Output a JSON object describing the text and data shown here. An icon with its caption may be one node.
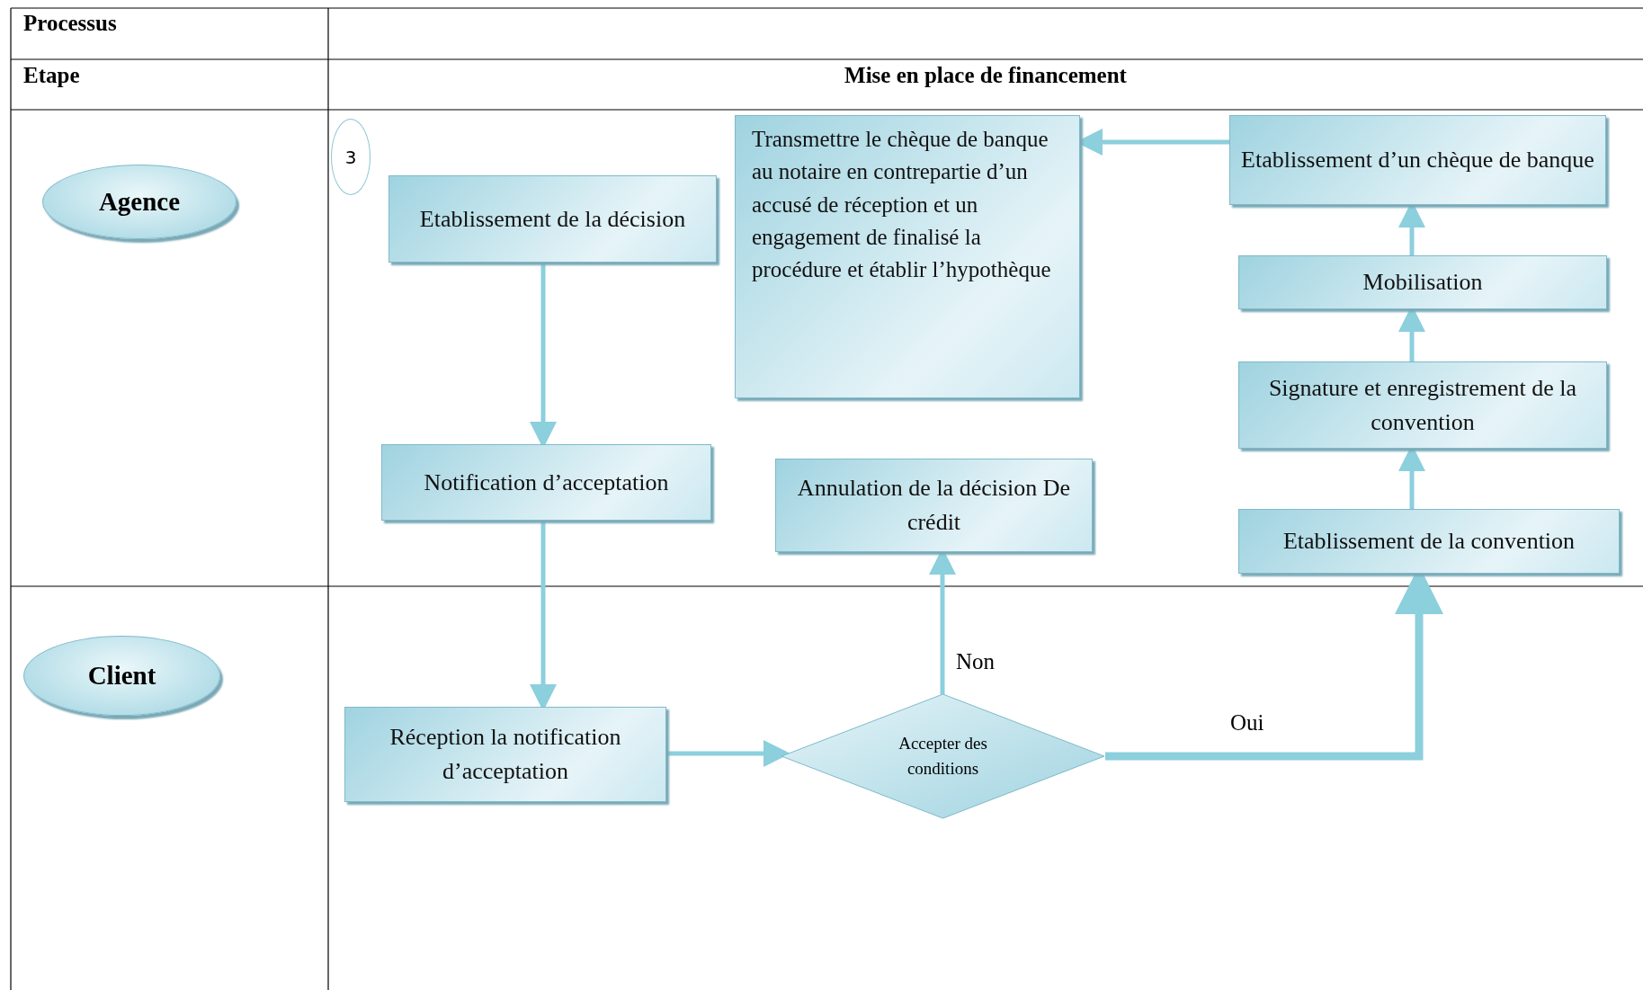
{
  "diagram": {
    "nodes": [
      {
        "text": [
          "Agence"
        ]
      },
      {
        "text": [
          "Client"
        ]
      },
      {
        "text": [
          "3"
        ]
      },
      {
        "text": [
          "Etablissement de la décision"
        ]
      },
      {
        "text": [
          "Notification d’acceptation"
        ]
      },
      {
        "text": [
          "Réception la notification d’acceptation"
        ]
      },
      {
        "text": [
          "Accepter des conditions"
        ]
      },
      {
        "text": [
          "Annulation de la décision De crédit"
        ]
      },
      {
        "text": [
          "Etablissement  de la convention"
        ]
      },
      {
        "text": [
          "Signature et enregistrement de la convention"
        ]
      },
      {
        "text": [
          "Mobilisation"
        ]
      },
      {
        "text": [
          "Etablissement d’un chèque de banque"
        ]
      },
      {
        "text": [
          "Transmettre le chèque de banque au notaire en contrepartie d’un accusé de réception et un engagement de finalisé la procédure et établir l’hypothèque"
        ]
      }
    ],
    "edges": [
      {
        "from": 3,
        "to": 4,
        "arrow": "to"
      },
      {
        "from": 4,
        "to": 5,
        "arrow": "to"
      },
      {
        "from": 5,
        "to": 6,
        "arrow": "to"
      },
      {
        "from": 6,
        "to": 7,
        "arrow": "to",
        "label": "Non"
      },
      {
        "from": 6,
        "to": 8,
        "arrow": "to",
        "label": "Oui",
        "style": "thick"
      },
      {
        "from": 8,
        "to": 9,
        "arrow": "to"
      },
      {
        "from": 9,
        "to": 10,
        "arrow": "to"
      },
      {
        "from": 10,
        "to": 11,
        "arrow": "to"
      },
      {
        "from": 11,
        "to": 12,
        "arrow": "to"
      }
    ],
    "labels": [
      "Processus",
      "Etape",
      "Mise en place de financement"
    ]
  }
}
